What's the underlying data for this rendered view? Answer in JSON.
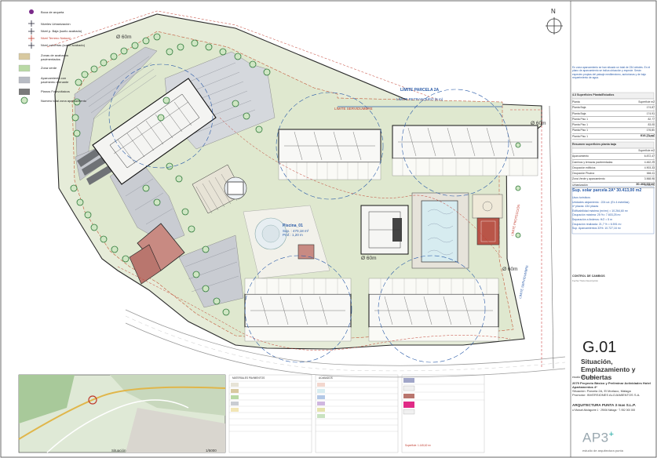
{
  "legend": {
    "items": [
      {
        "label": "Boca de arqueta",
        "swatch": "#7a2a8a"
      },
      {
        "label": "Niveles Urbanización",
        "swatch": "#223"
      },
      {
        "label": "Nivel p. Baja (suelo acabado)",
        "swatch": "#223"
      },
      {
        "label": "Nivel Terreno Natural",
        "swatch": "#c0392b"
      },
      {
        "label": "Nivel cubiertas (suelo acabado)",
        "swatch": "#223"
      },
      {
        "label": "Zonas de acabados pavimentados",
        "swatch": "#d8c9a0"
      },
      {
        "label": "Zona verde",
        "swatch": "#b9d9a5"
      },
      {
        "label": "Aparcamiento con pavimento drenante",
        "swatch": "#b8bcc4"
      },
      {
        "label": "Planos Fotovoltaicos",
        "swatch": "#7a7a7a"
      },
      {
        "label": "Numero total zona aparcamiento",
        "swatch": "#2a7a3a"
      }
    ]
  },
  "compass": {
    "label": "N"
  },
  "plan_labels": {
    "radius": "Ø 60m",
    "limite_parcela": "LÍMITE PARCELA 2A",
    "limite_retranqueo": "LÍMITE RETRANQUEO (5 m)",
    "limite_servidumbre": "LÍMITE SERVIDUMBRE",
    "piscina": "Piscina_01",
    "piscina_sup": "Sup. : 470,18 m²",
    "piscina_prof": "Prof.: 1,20 m",
    "limite_proteccion": "LÍMITE PROTECCIÓN",
    "limite_servidumbre_v": "LÍMITE SERVIDUMBRE"
  },
  "info_panel": {
    "notes": "En zona aparcamiento se han situado un total de 234 árboles. En el plano de aparcamiento se indica ubicación y especie. Serán especies propias del paisaje mediterráneo, autóctonas y de bajo requerimiento de agua.",
    "table1_title": "4.3 Superficies Planta/Estudios",
    "table1_head": [
      "Planta",
      "Superficie m2"
    ],
    "table1": [
      [
        "Planta Baja",
        "174,87"
      ],
      [
        "Planta Baja",
        "174,91"
      ],
      [
        "Planta Piso 1",
        "82,77"
      ],
      [
        "Planta Piso 1",
        "83,00"
      ],
      [
        "Planta Piso 1",
        "176,80"
      ],
      [
        "Planta Piso 1",
        "179,00"
      ]
    ],
    "table1_total": "818,71 m²",
    "table2_title": "Resumen superficies planta baja",
    "table2_head": [
      "",
      "Superficie m2"
    ],
    "table2": [
      [
        "Aparcamiento",
        "6.872,47"
      ],
      [
        "Caminos y terrazas pavimentadas",
        "4.462,29"
      ],
      [
        "Ocupación edificios",
        "4.903,33"
      ],
      [
        "Ocupación Piscina",
        "666,11"
      ],
      [
        "Zona Verde y aparcamiento",
        "3.568,96"
      ],
      [
        "Urbanización",
        "9.710,73"
      ]
    ],
    "table2_total": "30.468,63 m²",
    "solar": "Sup. solar parcela 2A* 30.413,00 m2",
    "solar_lines": [
      "Usos turísticos",
      "Unidades alojamiento : 224 ud. (Ex 4 estrellas)",
      "nº plazas: 434 plazas",
      "Edificabilidad máxima (m²/m²) = 10.264,60 m²",
      "Ocupación máxima: 25 %= 7.603,25 m²",
      "Separación a linderos: H/2 = 5 m",
      "Ocupación realizada: 21,7 % = 6.591 m²",
      "Sup. Aparcamientos 33%: 10.727,16 m²"
    ]
  },
  "revision": {
    "header": "CONTROL DE CAMBIOS",
    "line1": "Fecha    Título    Descripción"
  },
  "sheet": {
    "number": "G.01",
    "title": "Situación, Emplazamiento y Cubiertas",
    "scale": "escala 1/500, 1:400",
    "project_no": "2079",
    "project": "Proyecto Básico y Preliminar Actividades Hotel Apartamentos 4*",
    "location": "Situación: Parcela 2A, El Morlaco, Málaga",
    "promoter": "Promotor: INVERSIONES ALOJAMIENTOS S.A.",
    "architect": "ARQUITECTURA PUNTA 3 mas S.L.P.",
    "contact": "c/ Manuel Altolaguirre 1 · 29006 Málaga · T. 952 000 000",
    "logo_main": "AP3",
    "logo_plus": "+",
    "studio": "estudio de arquitectura punta"
  },
  "map_caption": {
    "left": "Situación",
    "right": "1/5000"
  },
  "bottom_legend": {
    "table_a_title": "MATERIALES PAVIMENTOS",
    "table_b_title": "ACABADOS",
    "table_c_note": "Superficie: 1.145,62 m²"
  }
}
